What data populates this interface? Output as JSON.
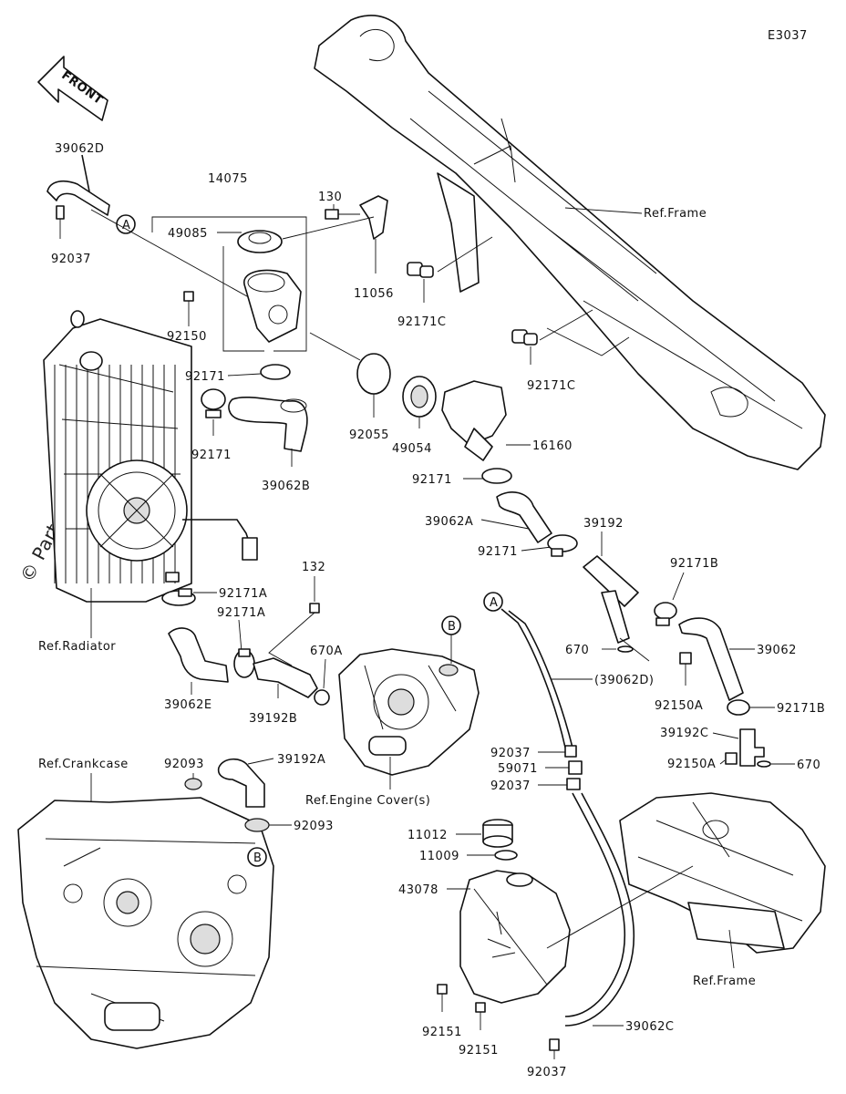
{
  "diagram_code": "E3037",
  "front_label": "FRONT",
  "watermark": "© Partzilla.com",
  "labels": {
    "p39062D": "39062D",
    "p92037_top": "92037",
    "p14075": "14075",
    "p49085": "49085",
    "p130": "130",
    "p11056": "11056",
    "p92150": "92150",
    "p92171_a": "92171",
    "p92171_b": "92171",
    "p92171C_1": "92171C",
    "p92171C_2": "92171C",
    "p92055": "92055",
    "p49054": "49054",
    "p16160": "16160",
    "p39062B": "39062B",
    "p92171_c": "92171",
    "p39062A": "39062A",
    "p39192": "39192",
    "p92171_d": "92171",
    "p92171B_1": "92171B",
    "p670_1": "670",
    "p39062": "39062",
    "p92150A_1": "92150A",
    "p92171B_2": "92171B",
    "p39192C": "39192C",
    "p92150A_2": "92150A",
    "p670_2": "670",
    "p92171A_1": "92171A",
    "p132": "132",
    "p92171A_2": "92171A",
    "p670A": "670A",
    "p39062E": "39062E",
    "p39192B": "39192B",
    "p39062D_ref": "(39062D)",
    "p92037_a": "92037",
    "p59071": "59071",
    "p92037_b": "92037",
    "p92093_1": "92093",
    "p39192A": "39192A",
    "p92093_2": "92093",
    "p11012": "11012",
    "p11009": "11009",
    "p43078": "43078",
    "p92151_1": "92151",
    "p92151_2": "92151",
    "p92037_c": "92037",
    "p39062C": "39062C",
    "ref_frame_1": "Ref.Frame",
    "ref_frame_2": "Ref.Frame",
    "ref_radiator": "Ref.Radiator",
    "ref_crankcase": "Ref.Crankcase",
    "ref_engine_cover": "Ref.Engine Cover(s)"
  },
  "callouts": {
    "A_top": "A",
    "A_mid": "A",
    "B_mid": "B",
    "B_low": "B"
  }
}
